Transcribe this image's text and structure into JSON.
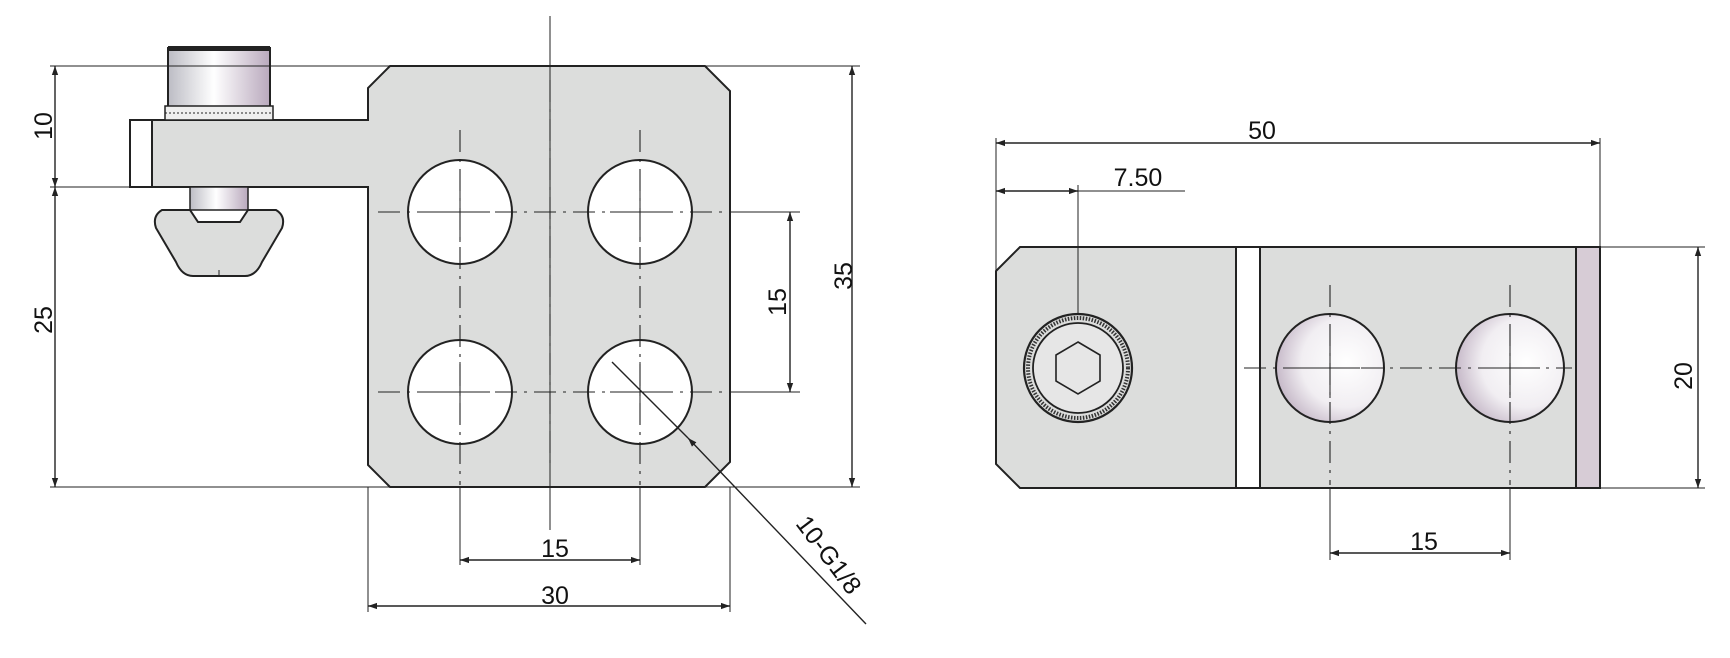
{
  "dimensions": {
    "left_height_top": "10",
    "left_height_bottom": "25",
    "total_height": "35",
    "hole_pitch_vertical": "15",
    "hole_pitch_horizontal": "15",
    "front_width": "30",
    "thread_callout": "10-G1/8",
    "side_length": "50",
    "side_offset": "7.50",
    "side_height": "20",
    "side_hole_pitch": "15"
  },
  "colors": {
    "part_fill": "#dcdddc",
    "accent_fill": "#d7ccd6",
    "line": "#222222"
  }
}
